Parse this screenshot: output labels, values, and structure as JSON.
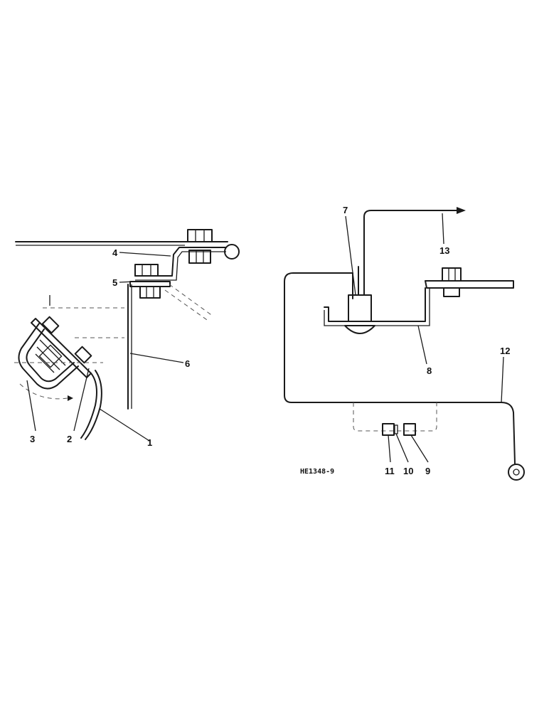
{
  "drawing": {
    "reference_code": "HE1348-9"
  },
  "callouts": {
    "c1": "1",
    "c2": "2",
    "c3": "3",
    "c4": "4",
    "c5": "5",
    "c6": "6",
    "c7": "7",
    "c8": "8",
    "c9": "9",
    "c10": "10",
    "c11": "11",
    "c12": "12",
    "c13": "13"
  }
}
